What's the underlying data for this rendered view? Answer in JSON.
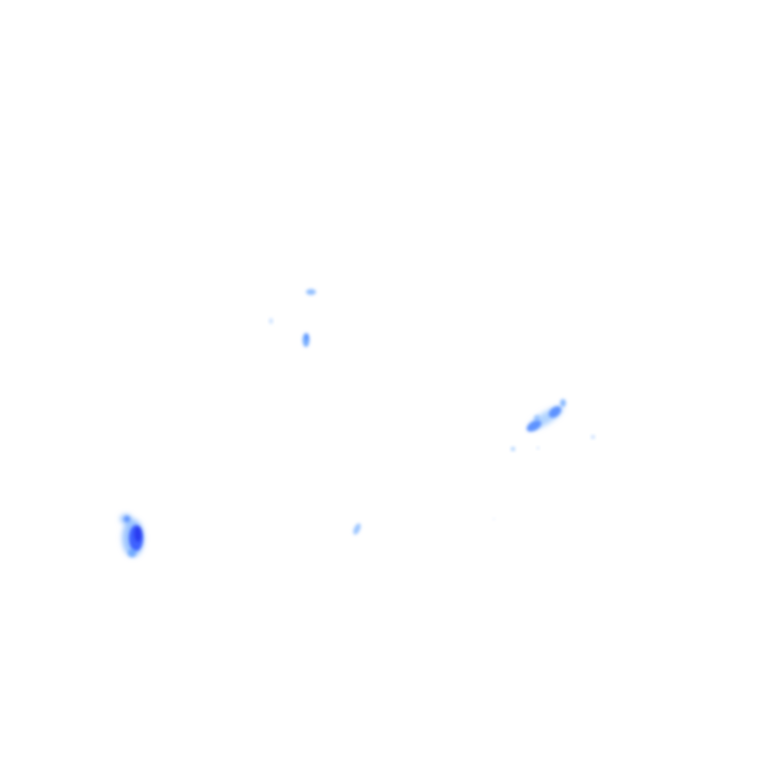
{
  "radar": {
    "background_color": "#ffffff",
    "intensity_colors": {
      "light": "#9ec9ff",
      "moderate": "#5aa0ff",
      "heavy": "#3b6cff",
      "intense": "#2a3cf0"
    },
    "echoes": [
      {
        "name": "echo-cell-northwest-small",
        "intensity": "moderate"
      },
      {
        "name": "echo-cell-northwest-speck",
        "intensity": "light"
      },
      {
        "name": "echo-cell-north-central",
        "intensity": "moderate"
      },
      {
        "name": "echo-band-east",
        "intensity": "heavy"
      },
      {
        "name": "echo-speck-east-1",
        "intensity": "light"
      },
      {
        "name": "echo-speck-east-2",
        "intensity": "light"
      },
      {
        "name": "echo-speck-east-3",
        "intensity": "light"
      },
      {
        "name": "echo-cell-south-central",
        "intensity": "moderate"
      },
      {
        "name": "echo-speck-south-east",
        "intensity": "light"
      },
      {
        "name": "echo-cell-southwest",
        "intensity": "intense"
      }
    ]
  }
}
